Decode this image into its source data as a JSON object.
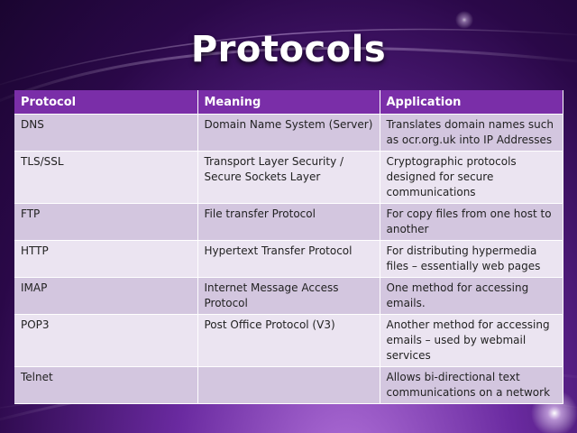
{
  "slide": {
    "title": "Protocols",
    "colors": {
      "header": "#7a2ea8",
      "row_dark": "#d3c6df",
      "row_light": "#ebe4f1",
      "background": "#4a1580"
    }
  },
  "table": {
    "headers": [
      "Protocol",
      "Meaning",
      "Application"
    ],
    "rows": [
      {
        "protocol": "DNS",
        "meaning": "Domain Name System (Server)",
        "application": "Translates domain names such as ocr.org.uk into IP Addresses"
      },
      {
        "protocol": "TLS/SSL",
        "meaning": "Transport Layer Security / Secure Sockets Layer",
        "application": "Cryptographic protocols designed for secure communications"
      },
      {
        "protocol": "FTP",
        "meaning": "File transfer Protocol",
        "application": "For copy files from one host to another"
      },
      {
        "protocol": "HTTP",
        "meaning": "Hypertext Transfer Protocol",
        "application": "For distributing hypermedia files – essentially web pages"
      },
      {
        "protocol": "IMAP",
        "meaning": "Internet Message Access Protocol",
        "application": "One method for accessing emails."
      },
      {
        "protocol": "POP3",
        "meaning": "Post Office Protocol (V3)",
        "application": "Another method for accessing emails – used by webmail services"
      },
      {
        "protocol": "Telnet",
        "meaning": "",
        "application": "Allows bi-directional text communications on a network"
      }
    ]
  }
}
